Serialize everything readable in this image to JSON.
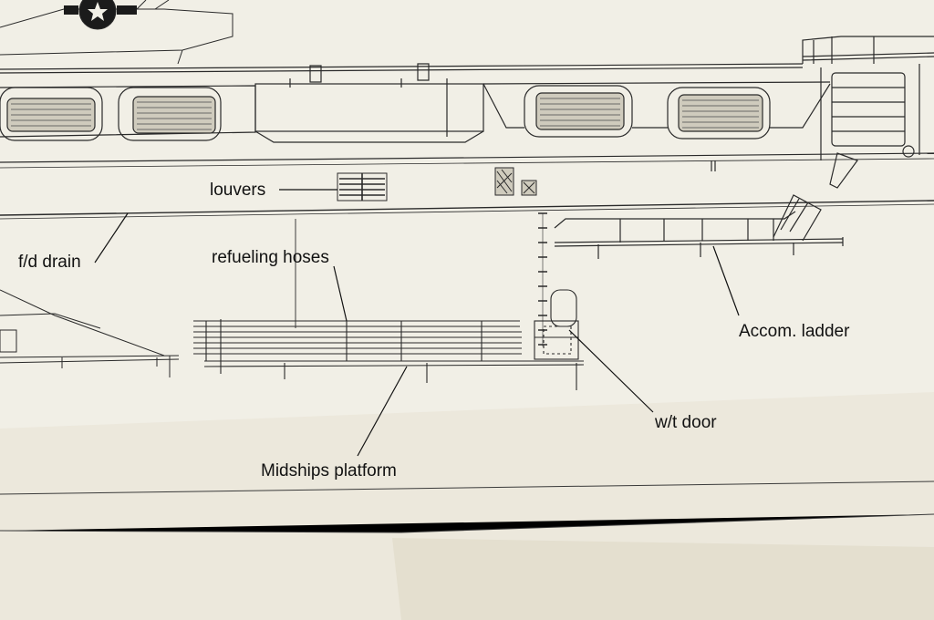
{
  "drawing": {
    "labels": {
      "louvers": "louvers",
      "fd_drain": "f/d drain",
      "refueling_hoses": "refueling hoses",
      "accom_ladder": "Accom. ladder",
      "wt_door": "w/t door",
      "midships_platform": "Midships platform"
    },
    "colors": {
      "paper": "#f1efe6",
      "ink": "#2a2a2a",
      "shadow_fold": "#e6e1d2"
    }
  }
}
